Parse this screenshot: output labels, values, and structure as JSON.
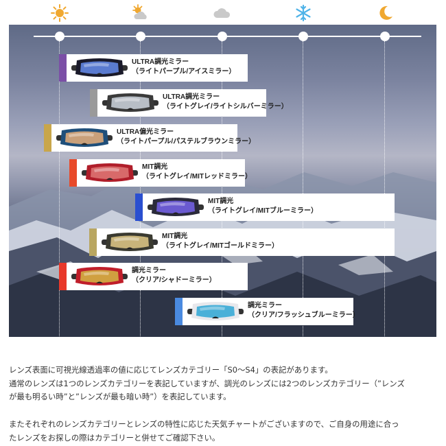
{
  "weather_icons": [
    {
      "name": "sun-icon",
      "color": "#f0a830"
    },
    {
      "name": "sun-cloud-icon",
      "color": "#f0a830"
    },
    {
      "name": "cloud-icon",
      "color": "#c9c9c9"
    },
    {
      "name": "snowflake-icon",
      "color": "#4fb3e8"
    },
    {
      "name": "moon-icon",
      "color": "#f0a830"
    }
  ],
  "lenses": [
    {
      "line1": "ULTRA調光ミラー",
      "line2": "（ライトパープル/アイスミラー）",
      "stripe": "#7b4fa6",
      "frame": "#1a1a2a",
      "lens": "#5a7bd0"
    },
    {
      "line1": "ULTRA調光ミラー",
      "line2": "（ライトグレイ/ライトシルバーミラー）",
      "stripe": "#9a9a9a",
      "frame": "#3a3a3a",
      "lens": "#b8bec6"
    },
    {
      "line1": "ULTRA偏光ミラー",
      "line2": "（ライトパープル/パステルブラウンミラー）",
      "stripe": "#c9a64a",
      "frame": "#1f4f7a",
      "lens": "#c9a07a"
    },
    {
      "line1": "MIT調光",
      "line2": "（ライトグレイ/MITレッドミラー）",
      "stripe": "#e84a2a",
      "frame": "#b01e2a",
      "lens": "#d86a6a"
    },
    {
      "line1": "MIT調光",
      "line2": "（ライトグレイ/MITブルーミラー）",
      "stripe": "#2a4fd0",
      "frame": "#2a2a3a",
      "lens": "#6a5ad0"
    },
    {
      "line1": "MIT調光",
      "line2": "（ライトグレイ/MITゴールドミラー）",
      "stripe": "#b9a660",
      "frame": "#3a3a30",
      "lens": "#c8b47a"
    },
    {
      "line1": "調光ミラー",
      "line2": "（クリア/シャドーミラー）",
      "stripe": "#e8382a",
      "frame": "#c01e2a",
      "lens": "#d0a040"
    },
    {
      "line1": "調光ミラー",
      "line2": "（クリア/フラッシュブルーミラー）",
      "stripe": "#4a8ae0",
      "frame": "#e8e8ec",
      "lens": "#4ab0d8"
    }
  ],
  "description": {
    "p1": [
      "レンズ表面に可視光線透過率の値に応じてレンズカテゴリー「S0〜S4」の表記があります。",
      "通常のレンズは1つのレンズカテゴリーを表記していますが、調光のレンズには2つのレンズカテゴリー（”レンズ",
      "が最も明るい時”と”レンズが最も暗い時”）を表記しています。"
    ],
    "p2": [
      "またそれぞれのレンズカテゴリーとレンズの特性に応じた天気チャートがございますので、ご自身の用途に合っ",
      "たレンズをお探しの際はカテゴリーと併せてご確認下さい。"
    ]
  }
}
